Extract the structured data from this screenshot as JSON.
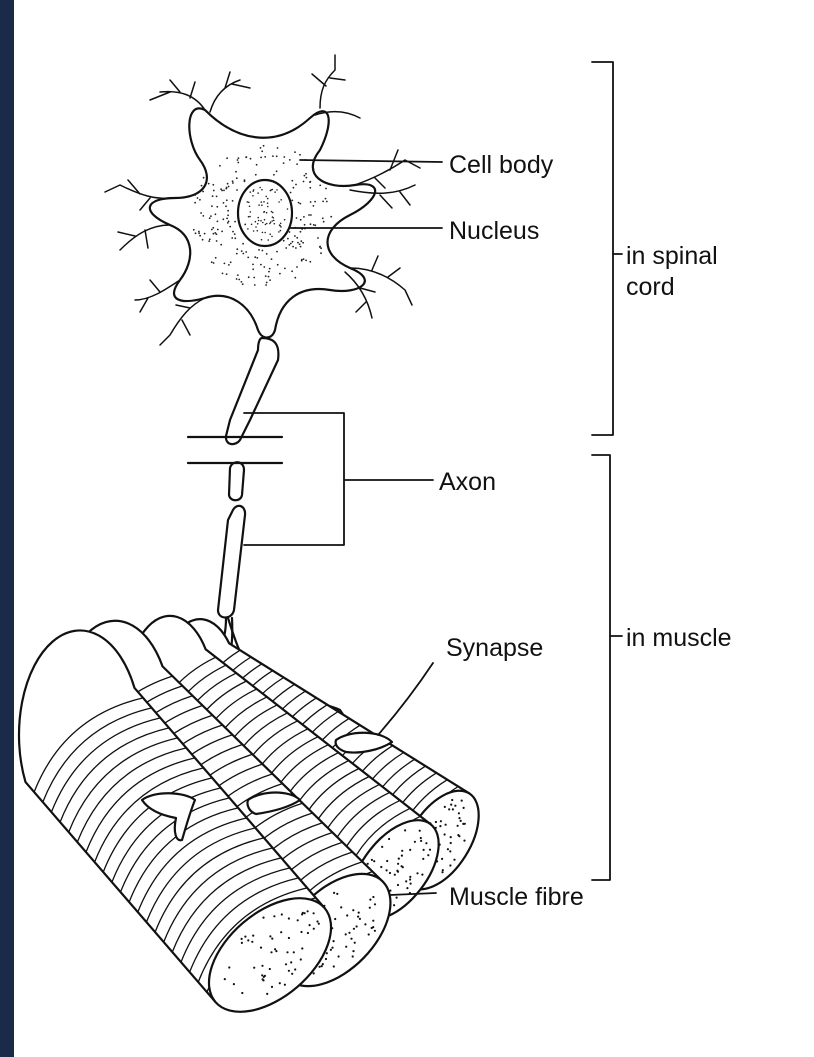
{
  "labels": {
    "cell_body": "Cell body",
    "nucleus": "Nucleus",
    "in_spinal_line1": "in spinal",
    "in_spinal_line2": "cord",
    "axon": "Axon",
    "synapse": "Synapse",
    "in_muscle": "in muscle",
    "muscle_fibre": "Muscle fibre"
  }
}
